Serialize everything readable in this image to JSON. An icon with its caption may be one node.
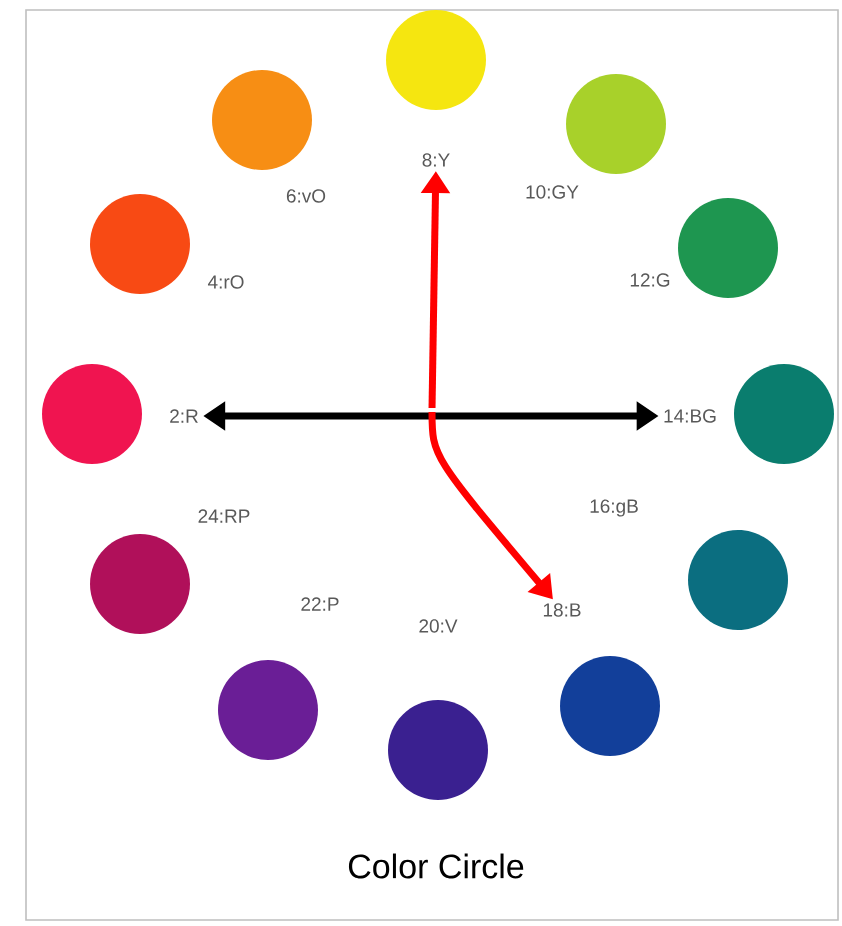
{
  "diagram": {
    "title": "Color Circle",
    "nodes": [
      {
        "text": [],
        "shape": "circle"
      },
      {
        "text": [],
        "shape": "circle"
      },
      {
        "text": [],
        "shape": "circle"
      },
      {
        "text": [],
        "shape": "circle"
      },
      {
        "text": [],
        "shape": "circle"
      },
      {
        "text": [],
        "shape": "circle"
      },
      {
        "text": [],
        "shape": "circle"
      },
      {
        "text": [],
        "shape": "circle"
      },
      {
        "text": [],
        "shape": "circle"
      },
      {
        "text": [],
        "shape": "circle"
      },
      {
        "text": [],
        "shape": "circle"
      },
      {
        "text": [],
        "shape": "circle"
      },
      {
        "text": [
          "8:Y"
        ]
      },
      {
        "text": [
          "10:GY"
        ]
      },
      {
        "text": [
          "12:G"
        ]
      },
      {
        "text": [
          "14:BG"
        ]
      },
      {
        "text": [
          "16:gB"
        ]
      },
      {
        "text": [
          "18:B"
        ]
      },
      {
        "text": [
          "20:V"
        ]
      },
      {
        "text": [
          "22:P"
        ]
      },
      {
        "text": [
          "24:RP"
        ]
      },
      {
        "text": [
          "2:R"
        ]
      },
      {
        "text": [
          "4:rO"
        ]
      },
      {
        "text": [
          "6:vO"
        ]
      }
    ],
    "edges": [
      {
        "from": 21,
        "to": 15,
        "arrow": "both",
        "color": "#000000"
      },
      {
        "from": null,
        "to": 12,
        "arrow": "to",
        "color": "#ff0000"
      },
      {
        "from": null,
        "to": 17,
        "arrow": "to",
        "color": "#ff0000"
      }
    ]
  }
}
